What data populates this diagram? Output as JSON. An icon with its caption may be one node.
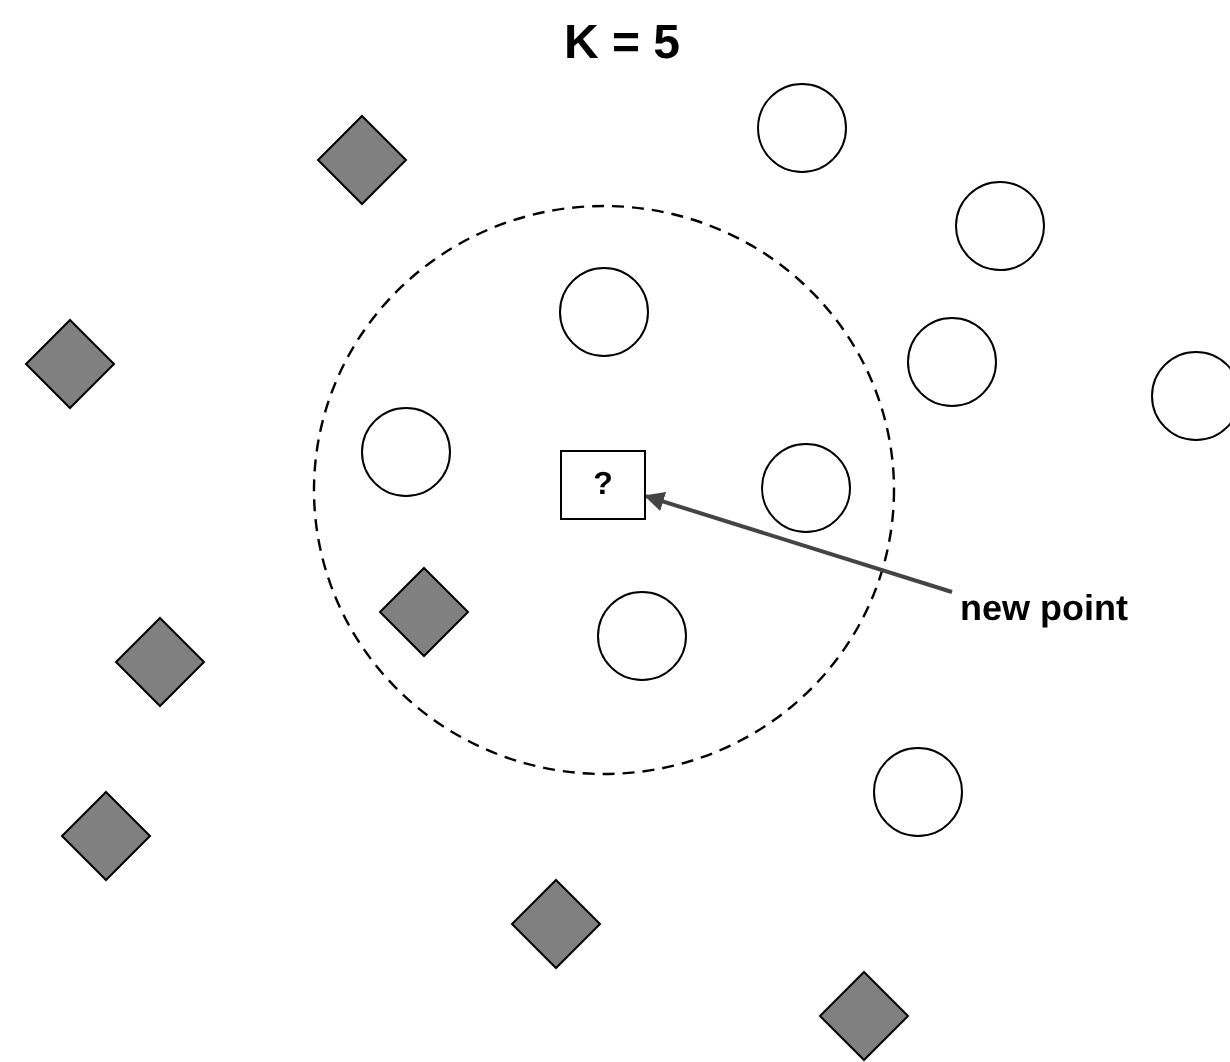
{
  "diagram": {
    "title": "K = 5",
    "nodes": [
      {
        "text": [
          "?"
        ]
      },
      {
        "text": [
          "new point"
        ]
      }
    ],
    "edges": [
      {
        "from": 1,
        "to": 0,
        "arrow": "to"
      }
    ]
  }
}
